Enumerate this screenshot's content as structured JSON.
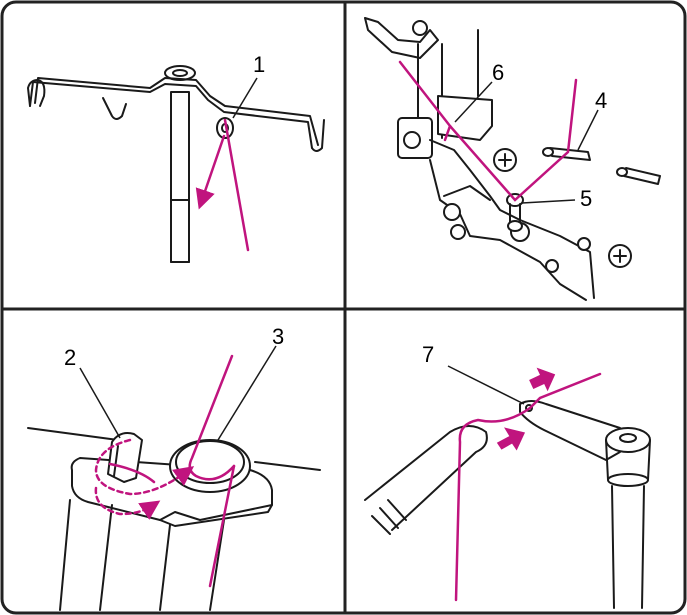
{
  "colors": {
    "thread": "#c0147e",
    "line": "#1a1a1a",
    "frame": "#222222",
    "background": "#ffffff"
  },
  "panels": [
    {
      "id": "thread-stand",
      "callouts": [
        {
          "label": "1"
        }
      ]
    },
    {
      "id": "thread-guide-top",
      "callouts": [
        {
          "label": "6"
        },
        {
          "label": "4"
        },
        {
          "label": "5"
        }
      ]
    },
    {
      "id": "tension-disc",
      "callouts": [
        {
          "label": "2"
        },
        {
          "label": "3"
        }
      ]
    },
    {
      "id": "looper-eye",
      "callouts": [
        {
          "label": "7"
        }
      ]
    }
  ]
}
